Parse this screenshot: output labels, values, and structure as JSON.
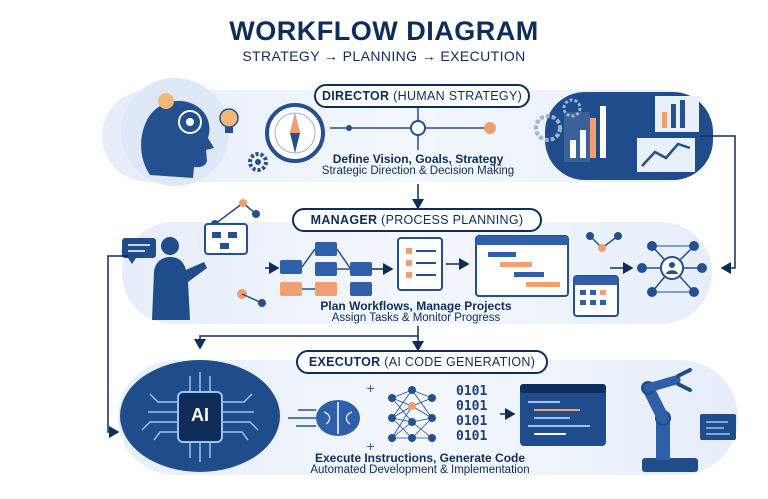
{
  "header": {
    "title": "WORKFLOW DIAGRAM",
    "subtitle": "STRATEGY → PLANNING → EXECUTION"
  },
  "tiers": [
    {
      "role": "DIRECTOR",
      "role_detail": "(HUMAN STRATEGY)",
      "line1": "Define Vision, Goals, Strategy",
      "line2": "Strategic Direction & Decision Making"
    },
    {
      "role": "MANAGER",
      "role_detail": "(PROCESS PLANNING)",
      "line1": "Plan Workflows, Manage Projects",
      "line2": "Assign Tasks & Monitor Progress"
    },
    {
      "role": "EXECUTOR",
      "role_detail": "(AI CODE GENERATION)",
      "line1": "Execute Instructions, Generate Code",
      "line2": "Automated Development & Implementation"
    }
  ],
  "ai_chip_label": "AI",
  "binary_lines": [
    "0101",
    "0101",
    "0101",
    "0101"
  ],
  "colors": {
    "navy": "#0f2d5a",
    "blue": "#2f5fa8",
    "light_band": "#e6eefa",
    "accent_orange": "#f0a070"
  }
}
